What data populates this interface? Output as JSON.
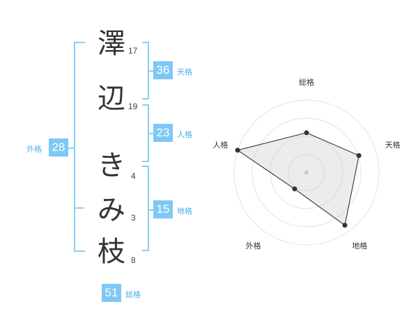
{
  "name_chars": [
    {
      "char": "澤",
      "strokes": "17"
    },
    {
      "char": "辺",
      "strokes": "19"
    },
    {
      "char": "き",
      "strokes": "4"
    },
    {
      "char": "み",
      "strokes": "3"
    },
    {
      "char": "枝",
      "strokes": "8"
    }
  ],
  "kaku": {
    "tenkaku": {
      "value": "36",
      "label": "天格"
    },
    "jinkaku": {
      "value": "23",
      "label": "人格"
    },
    "chikaku": {
      "value": "15",
      "label": "地格"
    },
    "gaikaku": {
      "value": "28",
      "label": "外格"
    },
    "soukaku": {
      "value": "51",
      "label": "総格"
    }
  },
  "colors": {
    "accent": "#7ec8f5",
    "bracket": "#86cef6"
  },
  "chart_data": {
    "type": "radar",
    "axes": [
      "総格",
      "天格",
      "地格",
      "外格",
      "人格"
    ],
    "values": [
      0.55,
      0.76,
      0.9,
      0.28,
      1.0
    ],
    "rings": 4
  }
}
